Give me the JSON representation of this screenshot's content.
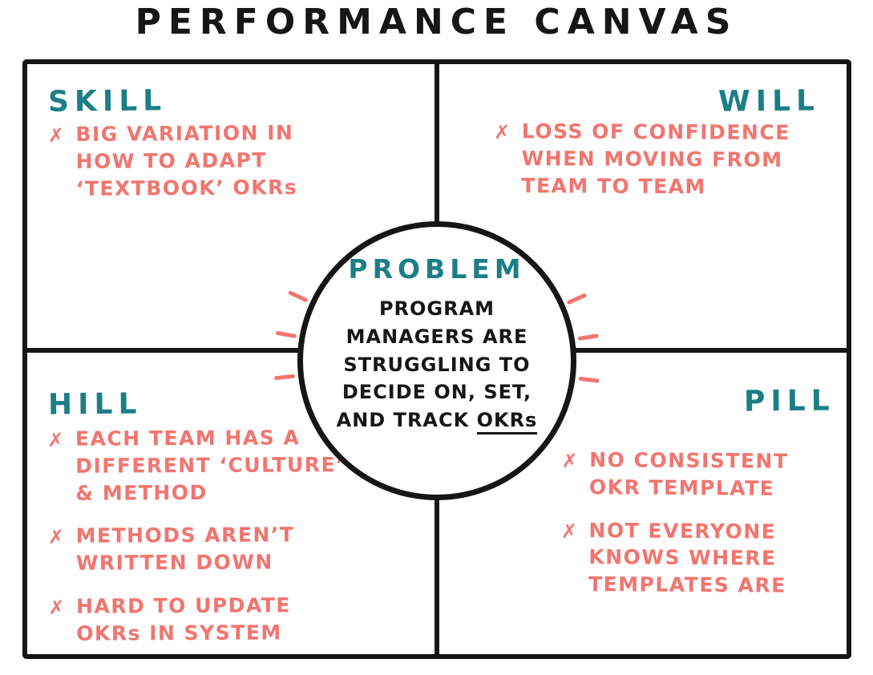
{
  "title": "PERFORMANCE CANVAS",
  "bullet_marker": "✗",
  "colors": {
    "ink": "#161616",
    "heading_teal": "#1c7e87",
    "bullet_coral": "#f2756f"
  },
  "quadrants": {
    "skill": {
      "label": "SKILL",
      "bullets": [
        "BIG VARIATION IN HOW TO ADAPT ‘TEXTBOOK’ OKRs"
      ]
    },
    "will": {
      "label": "WILL",
      "bullets": [
        "LOSS OF CONFIDENCE WHEN MOVING FROM TEAM TO TEAM"
      ]
    },
    "hill": {
      "label": "HILL",
      "bullets": [
        "EACH TEAM HAS A DIFFERENT ‘CULTURE’ & METHOD",
        "METHODS AREN’T WRITTEN DOWN",
        "HARD TO UPDATE OKRs IN SYSTEM"
      ]
    },
    "pill": {
      "label": "PILL",
      "bullets": [
        "NO CONSISTENT OKR TEMPLATE",
        "NOT EVERYONE KNOWS WHERE TEMPLATES ARE"
      ]
    }
  },
  "center": {
    "label": "PROBLEM",
    "text_before": "PROGRAM MANAGERS ARE STRUGGLING TO DECIDE ON, SET, AND TRACK",
    "text_emphasis": "OKRs"
  }
}
